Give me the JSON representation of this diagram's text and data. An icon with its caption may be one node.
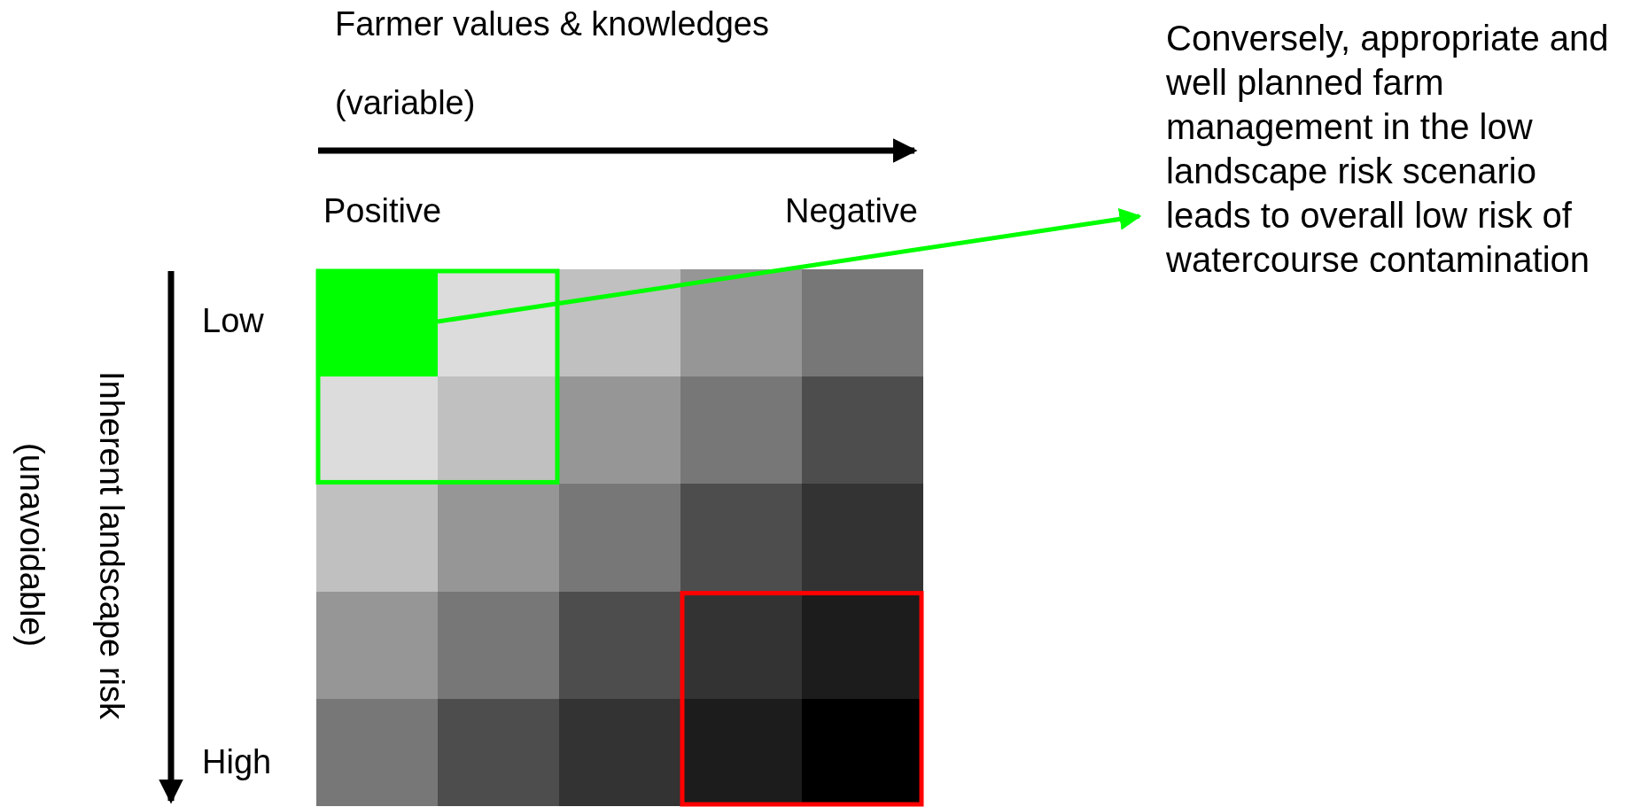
{
  "diagram": {
    "nodes": [
      {
        "text": [],
        "shape": "box"
      },
      {
        "text": [
          "Conversely, appropriate and well planned farm management in the low landscape risk scenario leads to overall low risk of watercourse contamination"
        ]
      }
    ],
    "edges": [
      {
        "from": 0,
        "to": 1,
        "arrow": "to",
        "color": "#00ff00"
      }
    ],
    "labels": [
      "Farmer values & knowledges",
      "(variable)",
      "Positive",
      "Negative",
      "Inherent landscape risk",
      "(unavoidable)",
      "Low",
      "High"
    ]
  }
}
